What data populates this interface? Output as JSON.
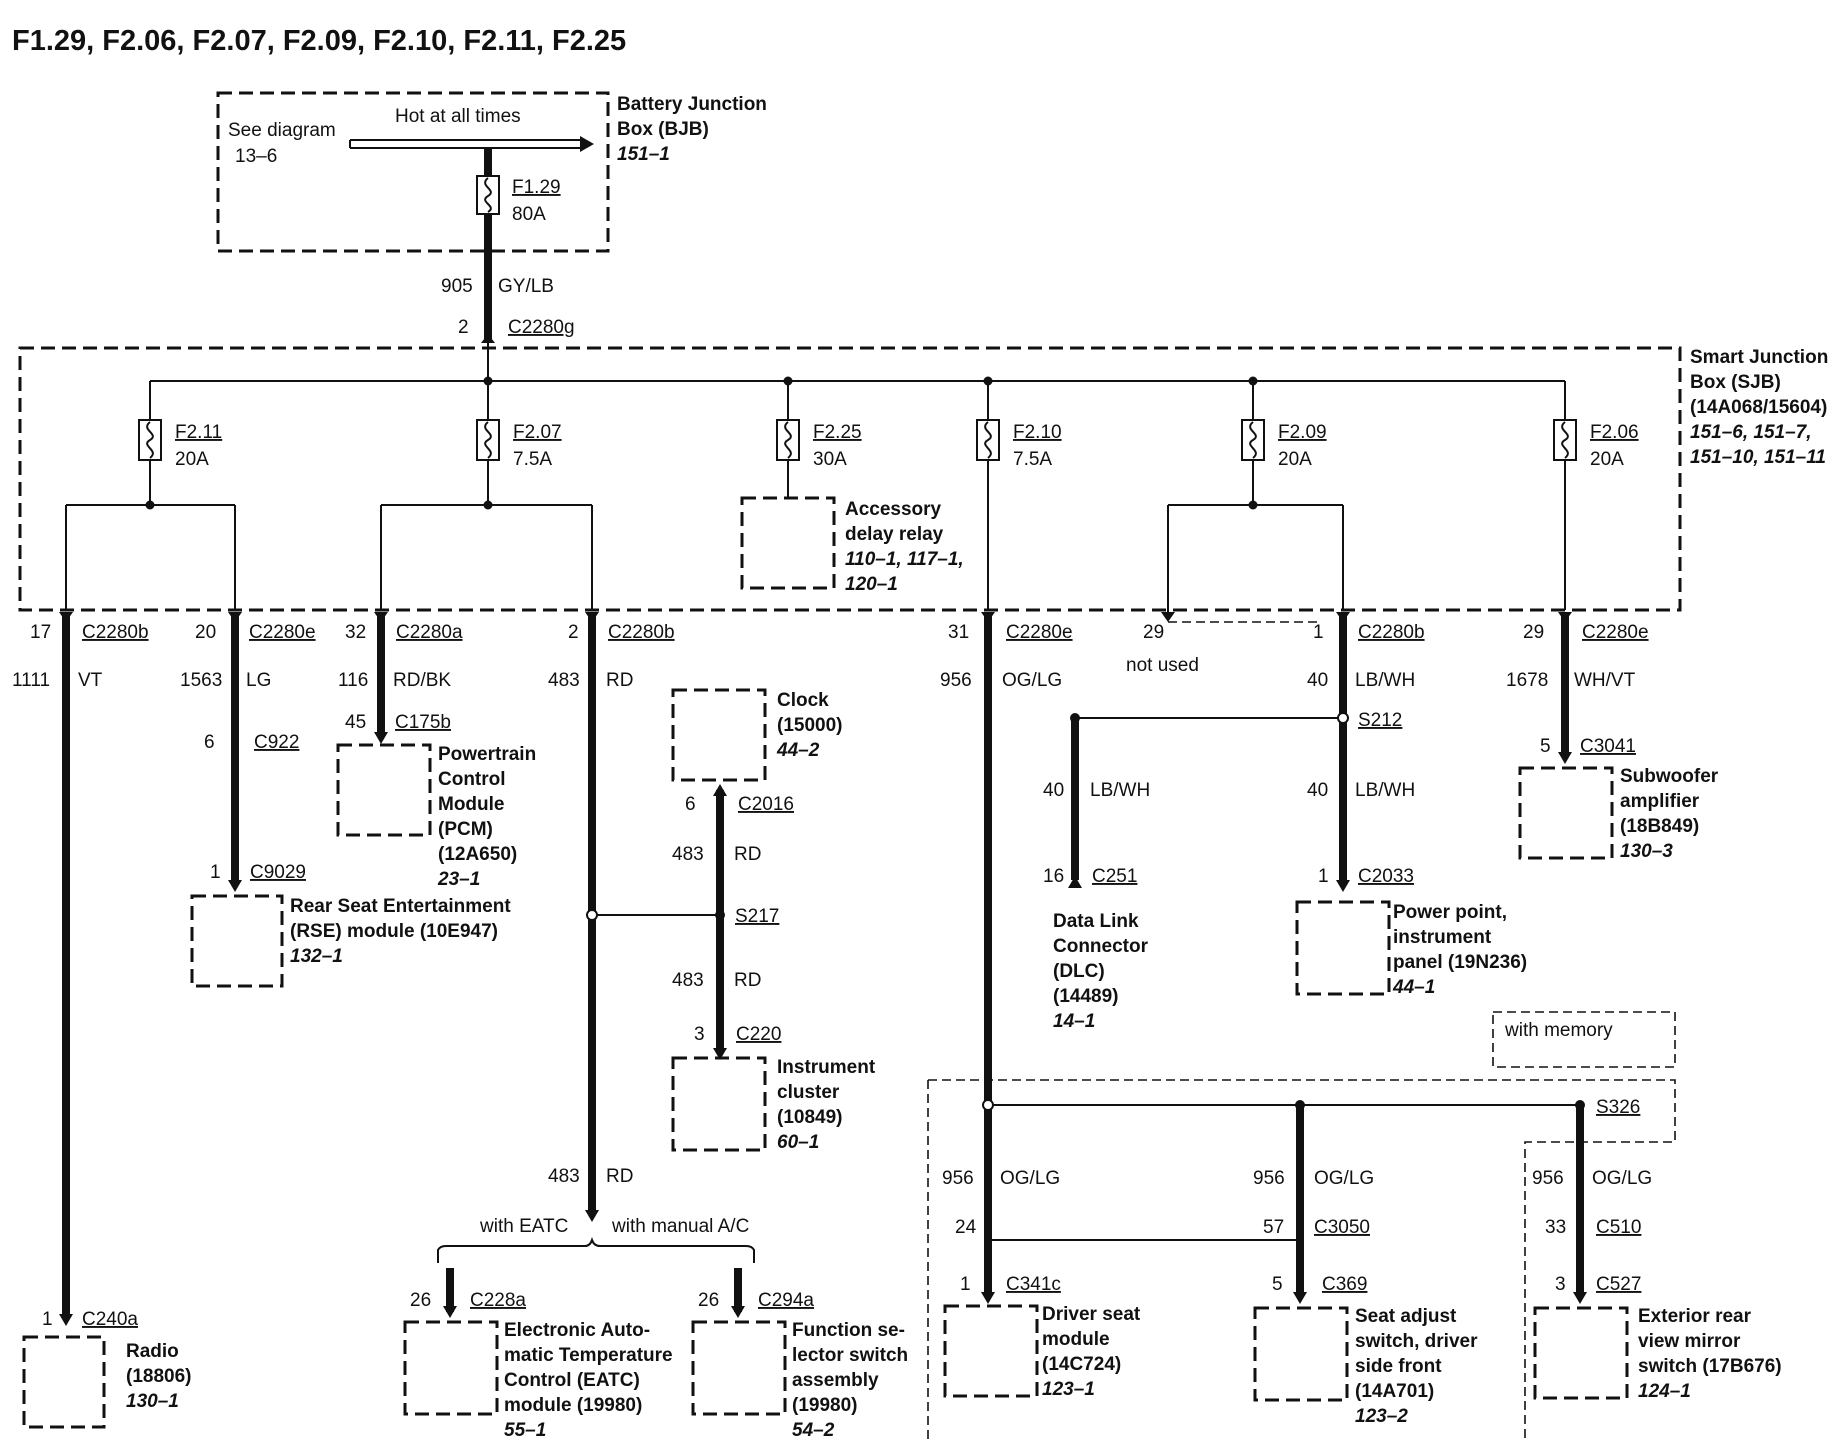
{
  "page": {
    "heading": "F1.29, F2.06, F2.07, F2.09, F2.10, F2.11, F2.25"
  },
  "bjb": {
    "title_line1": "Battery Junction",
    "title_line2": "Box (BJB)",
    "ref": "151–1",
    "see_diagram": "See diagram",
    "see_ref": "13–6",
    "hot_label": "Hot at all times",
    "fuse_name": "F1.29",
    "fuse_rating": "80A"
  },
  "feed": {
    "circuit": "905",
    "color": "GY/LB",
    "pin": "2",
    "connector": "C2280g"
  },
  "sjb": {
    "lines": [
      "Smart Junction",
      "Box (SJB)",
      "(14A068/15604)"
    ],
    "refs": [
      "151–6, 151–7,",
      "151–10, 151–11"
    ]
  },
  "fuses": [
    {
      "name": "F2.11",
      "rating": "20A"
    },
    {
      "name": "F2.07",
      "rating": "7.5A"
    },
    {
      "name": "F2.25",
      "rating": "30A"
    },
    {
      "name": "F2.10",
      "rating": "7.5A"
    },
    {
      "name": "F2.09",
      "rating": "20A"
    },
    {
      "name": "F2.06",
      "rating": "20A"
    }
  ],
  "accessory_relay": {
    "lines": [
      "Accessory",
      "delay relay"
    ],
    "refs": [
      "110–1, 117–1,",
      "120–1"
    ]
  },
  "outputs": [
    {
      "pin": "17",
      "connector": "C2280b",
      "circuit": "1111",
      "color": "VT"
    },
    {
      "pin": "20",
      "connector": "C2280e",
      "circuit": "1563",
      "color": "LG"
    },
    {
      "pin": "32",
      "connector": "C2280a",
      "circuit": "116",
      "color": "RD/BK"
    },
    {
      "pin": "2",
      "connector": "C2280b",
      "circuit": "483",
      "color": "RD"
    },
    {
      "pin": "31",
      "connector": "C2280e",
      "circuit": "956",
      "color": "OG/LG"
    },
    {
      "pin": "29",
      "note": "not used"
    },
    {
      "pin": "1",
      "connector": "C2280b",
      "circuit": "40",
      "color": "LB/WH"
    },
    {
      "pin": "29",
      "connector": "C2280e",
      "circuit": "1678",
      "color": "WH/VT"
    }
  ],
  "inline": {
    "c922_pin": "6",
    "c922": "C922",
    "c9029_pin": "1",
    "c9029": "C9029",
    "c175b_pin": "45",
    "c175b": "C175b",
    "c2016_pin": "6",
    "c2016": "C2016",
    "clock_circuit_1": "483",
    "clock_color_1": "RD",
    "s217": "S217",
    "cluster_circuit": "483",
    "cluster_color": "RD",
    "c220_pin": "3",
    "c220": "C220",
    "rd_lower_circuit": "483",
    "rd_lower_color": "RD",
    "with_eatc": "with EATC",
    "with_manual": "with manual A/C",
    "c228a_pin": "26",
    "c228a": "C228a",
    "c294a_pin": "26",
    "c294a": "C294a",
    "s212": "S212",
    "dlc_circuit": "40",
    "dlc_color": "LB/WH",
    "c251_pin": "16",
    "c251": "C251",
    "pp_circuit": "40",
    "pp_color": "LB/WH",
    "c2033_pin": "1",
    "c2033": "C2033",
    "c3041_pin": "5",
    "c3041": "C3041",
    "c240a_pin": "1",
    "c240a": "C240a",
    "with_memory": "with memory",
    "s326": "S326",
    "seat_circuit": "956",
    "seat_color": "OG/LG",
    "adj_circuit": "956",
    "adj_color": "OG/LG",
    "mirror_circuit": "956",
    "mirror_color": "OG/LG",
    "c3050_pin": "57",
    "c3050": "C3050",
    "seat_mid_pin": "24",
    "c510_pin": "33",
    "c510": "C510",
    "c341c_pin": "1",
    "c341c": "C341c",
    "c369_pin": "5",
    "c369": "C369",
    "c527_pin": "3",
    "c527": "C527"
  },
  "components": {
    "rse": {
      "lines": [
        "Rear Seat Entertainment",
        "(RSE) module (10E947)"
      ],
      "ref": "132–1"
    },
    "pcm": {
      "lines": [
        "Powertrain",
        "Control",
        "Module",
        "(PCM)",
        "(12A650)"
      ],
      "ref": "23–1"
    },
    "clock": {
      "lines": [
        "Clock",
        "(15000)"
      ],
      "ref": "44–2"
    },
    "cluster": {
      "lines": [
        "Instrument",
        "cluster",
        "(10849)"
      ],
      "ref": "60–1"
    },
    "eatc": {
      "lines": [
        "Electronic Auto-",
        "matic Temperature",
        "Control (EATC)",
        "module (19980)"
      ],
      "ref": "55–1"
    },
    "function": {
      "lines": [
        "Function se-",
        "lector switch",
        "assembly",
        "(19980)"
      ],
      "ref": "54–2"
    },
    "dlc": {
      "lines": [
        "Data Link",
        "Connector",
        "(DLC)",
        "(14489)"
      ],
      "ref": "14–1"
    },
    "powerpoint": {
      "lines": [
        "Power point,",
        "instrument",
        "panel (19N236)"
      ],
      "ref": "44–1"
    },
    "subwoofer": {
      "lines": [
        "Subwoofer",
        "amplifier",
        "(18B849)"
      ],
      "ref": "130–3"
    },
    "radio": {
      "lines": [
        "Radio",
        "(18806)"
      ],
      "ref": "130–1"
    },
    "driverseat": {
      "lines": [
        "Driver seat",
        "module",
        "(14C724)"
      ],
      "ref": "123–1"
    },
    "seatadjust": {
      "lines": [
        "Seat adjust",
        "switch, driver",
        "side front",
        "(14A701)"
      ],
      "ref": "123–2"
    },
    "mirror": {
      "lines": [
        "Exterior rear",
        "view mirror",
        "switch (17B676)"
      ],
      "ref": "124–1"
    }
  }
}
